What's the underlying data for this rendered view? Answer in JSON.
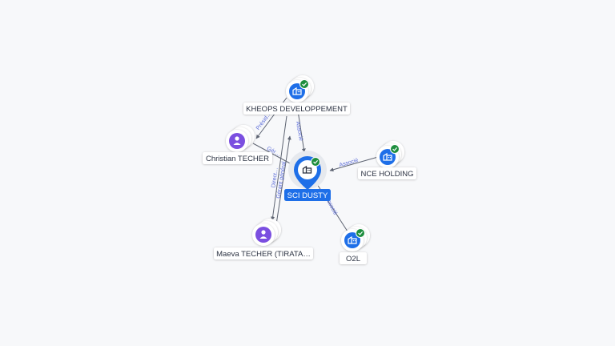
{
  "colors": {
    "company_blue": "#1e6fe8",
    "person_purple": "#7b4fe0",
    "check_green": "#1e8e3e",
    "edge_gray": "#5e6472",
    "edge_label": "#5a6bd8"
  },
  "center": {
    "label": "SCI DUSTY",
    "icon": "building-icon",
    "verified": true
  },
  "nodes": [
    {
      "id": "kheops",
      "label": "KHEOPS DEVELOPPEMENT",
      "kind": "company",
      "icon": "building-icon",
      "verified": true
    },
    {
      "id": "christian",
      "label": "Christian TECHER",
      "kind": "person",
      "icon": "person-icon",
      "verified": false
    },
    {
      "id": "nce",
      "label": "NCE HOLDING",
      "kind": "company",
      "icon": "building-icon",
      "verified": true
    },
    {
      "id": "maeva",
      "label": "Maeva TECHER (TIRATA…",
      "kind": "person",
      "icon": "person-icon",
      "verified": false
    },
    {
      "id": "o2l",
      "label": "O2L",
      "kind": "company",
      "icon": "building-icon",
      "verified": true
    }
  ],
  "edges": [
    {
      "id": "kheops-center",
      "label": "Associé"
    },
    {
      "id": "kheops-christian",
      "label": "Présid…"
    },
    {
      "id": "kheops-maeva",
      "label": "Direct…"
    },
    {
      "id": "christian-center",
      "label": "Gér…"
    },
    {
      "id": "maeva-center",
      "label": "Gérant général"
    },
    {
      "id": "nce-center",
      "label": "Associé"
    },
    {
      "id": "center-o2l",
      "label": "Associé"
    }
  ]
}
